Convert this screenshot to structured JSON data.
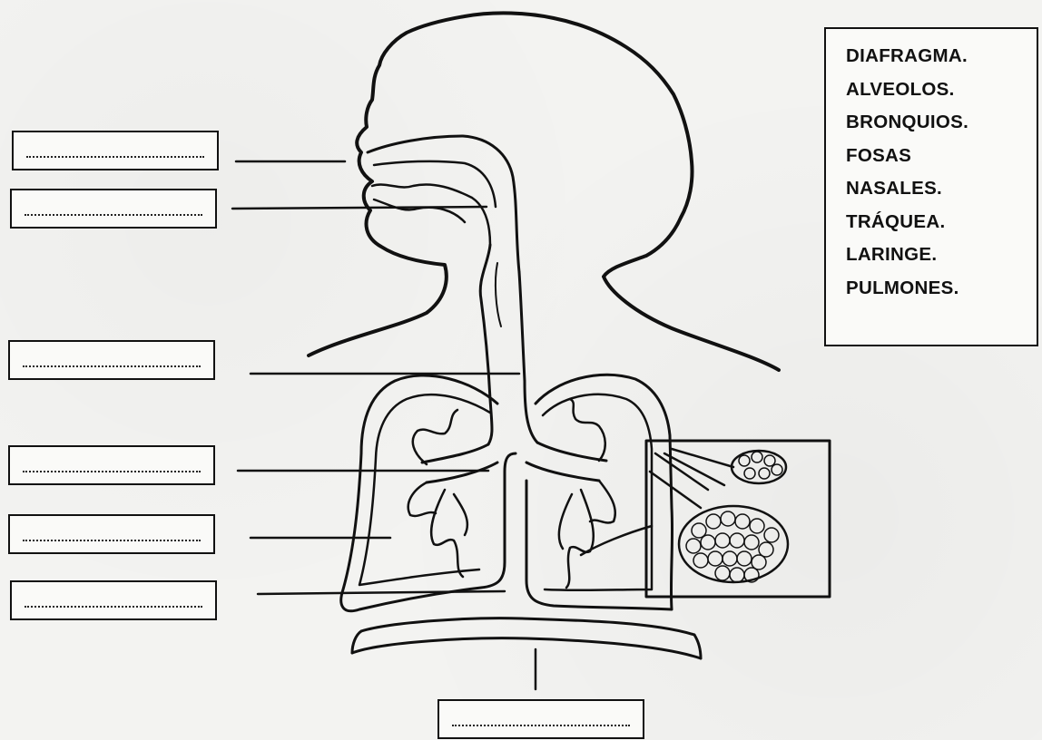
{
  "worksheet": {
    "answer_placeholder": "",
    "word_bank": {
      "words": [
        "DIAFRAGMA.",
        "ALVEOLOS.",
        "BRONQUIOS.",
        "FOSAS",
        "NASALES.",
        "TRÁQUEA.",
        "LARINGE.",
        "PULMONES."
      ]
    },
    "answer_boxes": [
      {
        "target": "fosas-nasales"
      },
      {
        "target": "laringe"
      },
      {
        "target": "traquea"
      },
      {
        "target": "bronquios"
      },
      {
        "target": "pulmones"
      },
      {
        "target": "alveolos"
      },
      {
        "target": "diafragma"
      }
    ]
  },
  "colors": {
    "ink": "#111111",
    "paper": "#f3f3f1"
  }
}
